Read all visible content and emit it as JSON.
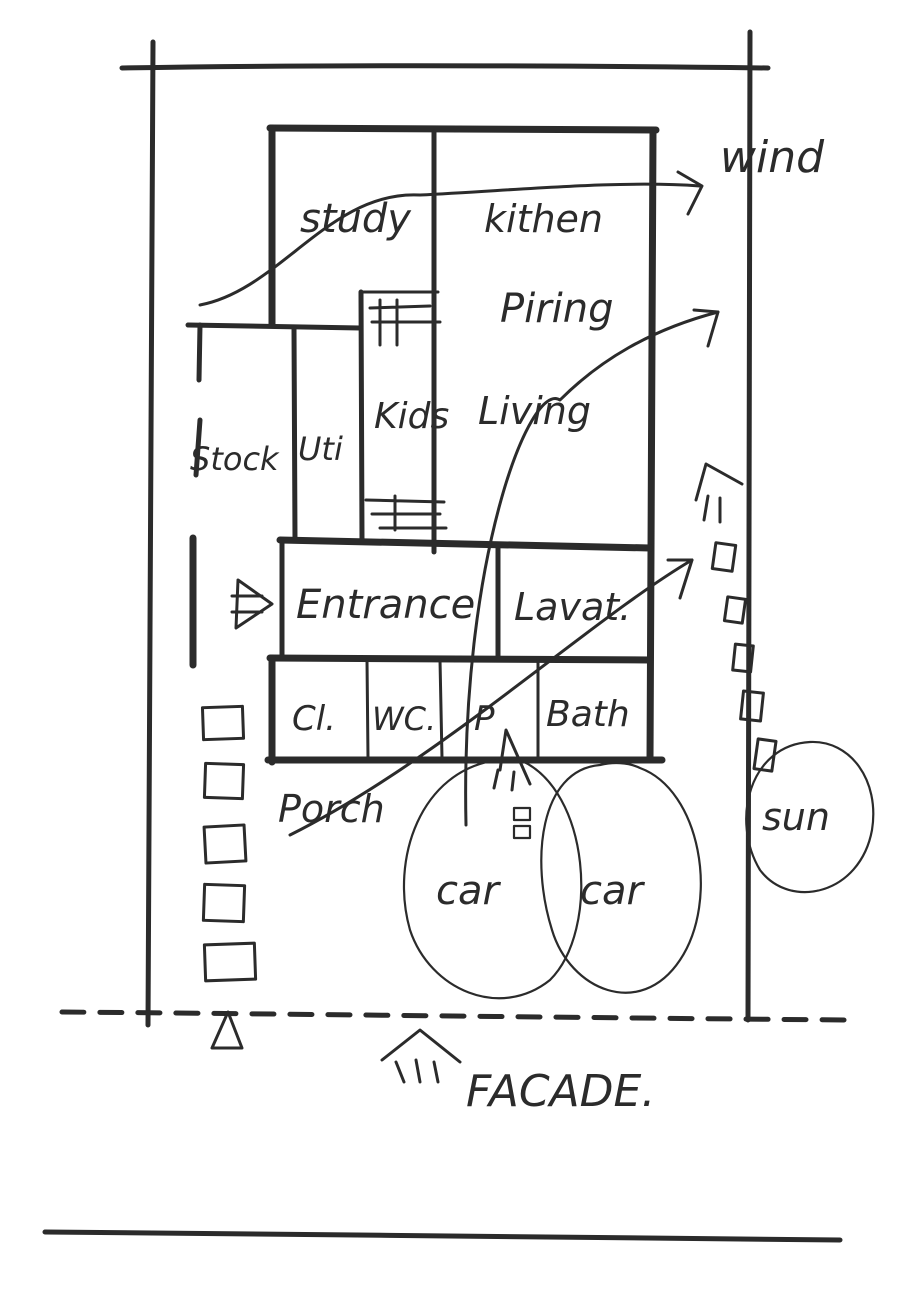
{
  "rooms": {
    "study": "study",
    "kitchen": "kithen",
    "dining": "Piring",
    "kids": "Kids",
    "living": "Living",
    "stock": "Stock",
    "util": "Uti",
    "entrance": "Entrance",
    "lavatory": "Lavat.",
    "closet": "Cl.",
    "wc": "WC.",
    "p": "P",
    "bath": "Bath",
    "porch": "Porch"
  },
  "site": {
    "car1": "car",
    "car2": "car",
    "sun": "sun",
    "wind": "wind",
    "facade": "FACADE."
  }
}
